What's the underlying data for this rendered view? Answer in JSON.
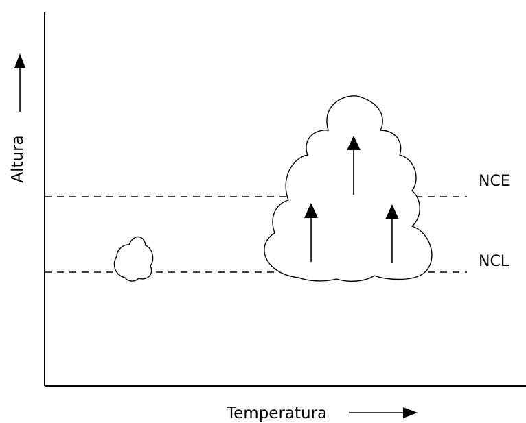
{
  "diagram": {
    "y_axis_label": "Altura",
    "x_axis_label": "Temperatura",
    "levels": [
      {
        "label": "NCE"
      },
      {
        "label": "NCL"
      }
    ],
    "colors": {
      "line": "#000000",
      "background": "#ffffff"
    }
  }
}
